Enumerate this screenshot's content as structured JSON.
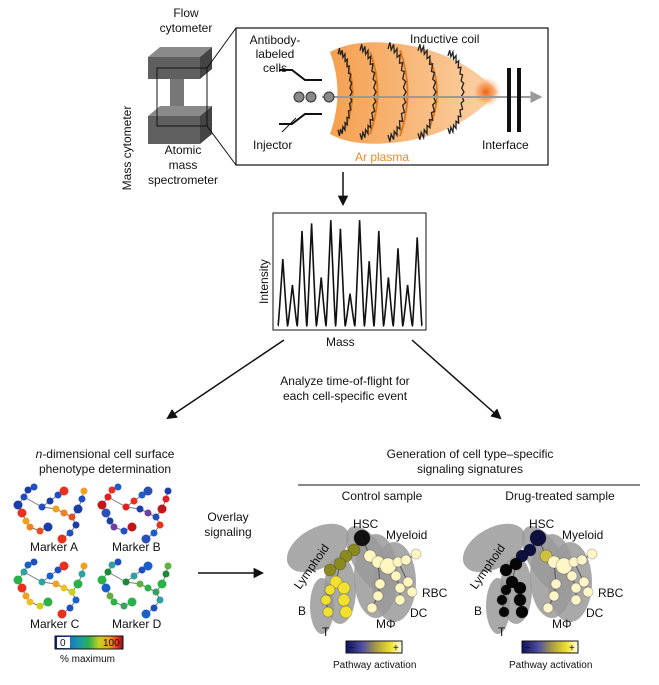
{
  "instrument": {
    "side_label": "Mass cytometer",
    "top_box_label": "Flow\ncytometer",
    "bottom_box_label": "Atomic\nmass\nspectrometer",
    "antibody_label": "Antibody-\nlabeled\ncells",
    "injector_label": "Injector",
    "coil_label": "Inductive coil",
    "plasma_label": "Ar plasma",
    "interface_label": "Interface"
  },
  "spectrum": {
    "ylabel": "Intensity",
    "xlabel": "Mass",
    "peak_heights": [
      0.62,
      0.38,
      0.88,
      0.95,
      0.45,
      0.98,
      0.9,
      0.3,
      0.98,
      0.6,
      0.88,
      0.45,
      0.72,
      0.38,
      0.82
    ]
  },
  "analyze_label": "Analyze time-of-flight for\neach cell-specific event",
  "left_panel": {
    "title_italic": "n",
    "title_rest": "-dimensional cell surface",
    "title_line2": "phenotype determination",
    "markers": [
      "Marker A",
      "Marker B",
      "Marker C",
      "Marker D"
    ],
    "scale_min": "0",
    "scale_max": "100",
    "scale_label": "% maximum",
    "scale_colors": [
      "#0a1a8a",
      "#1a60c8",
      "#1aa0a0",
      "#2bb14a",
      "#c8d020",
      "#f0a020",
      "#e83020",
      "#8a1010"
    ]
  },
  "overlay_label": "Overlay\nsignaling",
  "right_panel": {
    "title_line1": "Generation of cell type–specific",
    "title_line2": "signaling signatures",
    "control_title": "Control sample",
    "drug_title": "Drug-treated sample",
    "labels": {
      "hsc": "HSC",
      "myeloid": "Myeloid",
      "lymphoid": "Lymphoid",
      "rbc": "RBC",
      "b": "B",
      "t": "T",
      "mphi": "MΦ",
      "dc": "DC"
    },
    "pathway_minus": "−",
    "pathway_plus": "+",
    "pathway_label": "Pathway activation",
    "pathway_colors": [
      "#101060",
      "#5050a0",
      "#a0a050",
      "#f0e030",
      "#ffffe0"
    ]
  },
  "colors": {
    "plasma": "#f08a24",
    "box_gray": "#6b6b6b",
    "node_yellow": "#f2e030",
    "node_black": "#111111",
    "blob_gray": "#9a9a9a"
  }
}
